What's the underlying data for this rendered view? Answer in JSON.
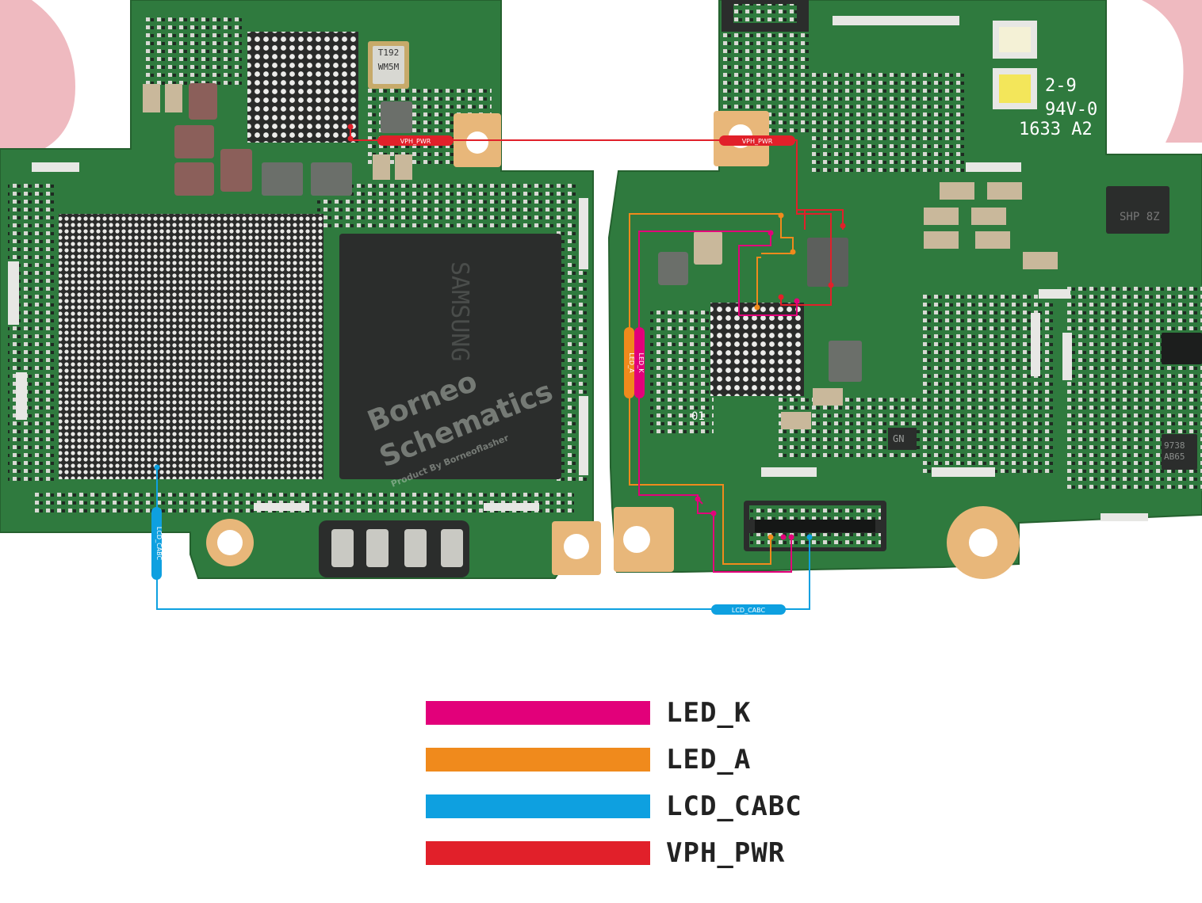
{
  "board": {
    "colors": {
      "pcb": "#2f7a3e",
      "pcb_dark": "#24612f",
      "silk": "#d7e4d6",
      "chip": "#2b2d2c",
      "pad": "#e7e7e4",
      "gold": "#e8b77a",
      "inductor": "#8b5f5a",
      "cap": "#c9b89b",
      "ghost": "#e7a7ae"
    },
    "watermark_lines": [
      "Borneo",
      "Schematics"
    ],
    "watermark_sub": "Product By Borneoflasher",
    "silkscreen": {
      "rev": "2-9",
      "rating": "94V-0",
      "date": "1633 A2",
      "chip_mark": "SAMSUNG",
      "xtal_mark_1": "T192",
      "xtal_mark_2": "WM5M",
      "ic_mark": "SHP 8Z",
      "ic2_mark_1": "9738",
      "ic2_mark_2": "AB65",
      "small_mark": "01",
      "gn_mark": "GN"
    }
  },
  "nets": {
    "LED_K": {
      "color": "#e2007a",
      "tag": "LED_K"
    },
    "LED_A": {
      "color": "#f08a1c",
      "tag": "LED_A"
    },
    "LCD_CABC": {
      "color": "#0ea0e0",
      "tag": "LCD_CABC"
    },
    "VPH_PWR": {
      "color": "#e1202a",
      "tag": "VPH_PWR"
    }
  },
  "legend": [
    {
      "name": "LED_K",
      "color": "#e2007a"
    },
    {
      "name": "LED_A",
      "color": "#f08a1c"
    },
    {
      "name": "LCD_CABC",
      "color": "#0ea0e0"
    },
    {
      "name": "VPH_PWR",
      "color": "#e1202a"
    }
  ]
}
